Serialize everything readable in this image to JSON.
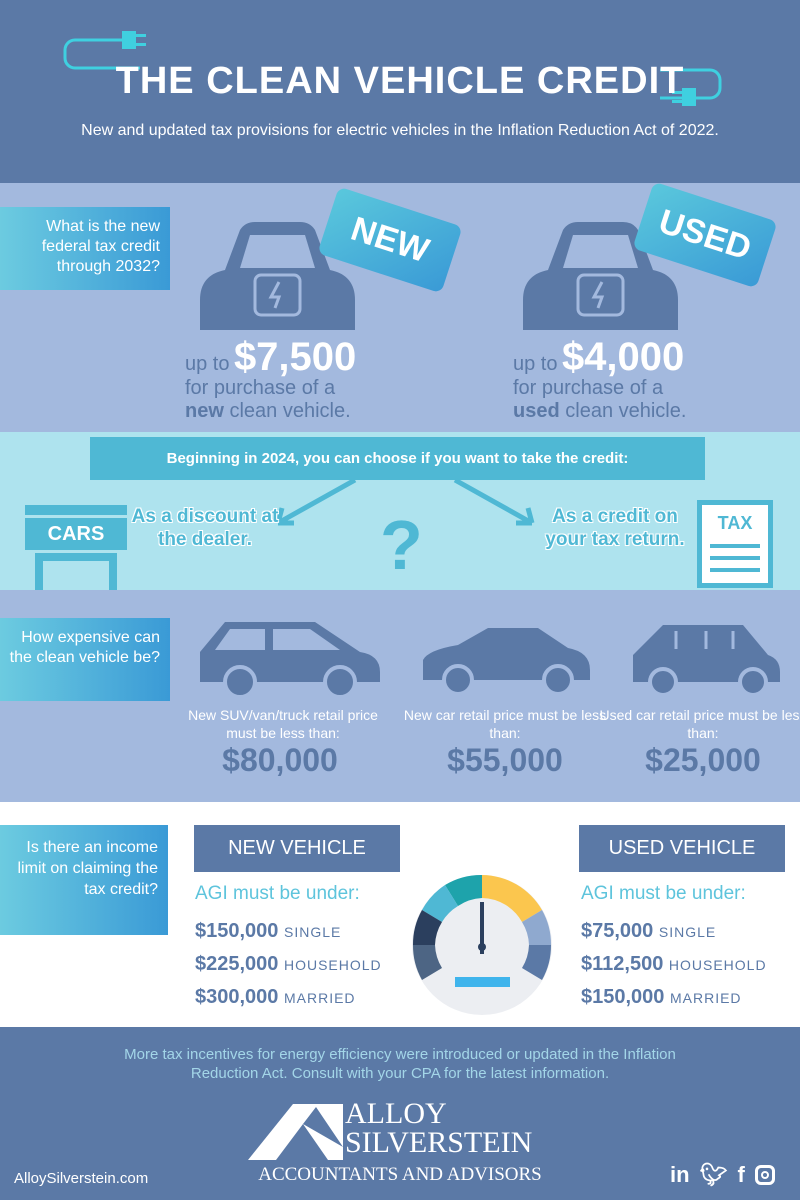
{
  "header": {
    "title": "THE CLEAN VEHICLE CREDIT",
    "subtitle": "New and updated tax provisions for electric vehicles in the Inflation Reduction Act of 2022."
  },
  "credit": {
    "question": "What is the new federal tax credit through 2032?",
    "new": {
      "tag": "NEW",
      "prefix": "up to",
      "amount": "$7,500",
      "line1": "for purchase of a",
      "bold": "new",
      "line2": "clean vehicle."
    },
    "used": {
      "tag": "USED",
      "prefix": "up to",
      "amount": "$4,000",
      "line1": "for purchase of a",
      "bold": "used",
      "line2": "clean vehicle."
    }
  },
  "choice": {
    "banner": "Beginning in 2024, you can choose if you want to take the credit:",
    "store_sign": "CARS",
    "option1": "As a discount at the dealer.",
    "question_mark": "?",
    "option2": "As a credit on your tax return.",
    "tax_form": "TAX"
  },
  "price": {
    "question": "How expensive can the clean vehicle be?",
    "items": [
      {
        "label": "New SUV/van/truck retail price must be less than:",
        "value": "$80,000"
      },
      {
        "label": "New car retail price must be less than:",
        "value": "$55,000"
      },
      {
        "label": "Used car retail price must be less than:",
        "value": "$25,000"
      }
    ]
  },
  "income": {
    "question": "Is there an income limit on claiming the tax credit?",
    "new": {
      "heading": "NEW VEHICLE",
      "agi": "AGI must be under:",
      "rows": [
        {
          "amount": "$150,000",
          "type": "SINGLE"
        },
        {
          "amount": "$225,000",
          "type": "HOUSEHOLD"
        },
        {
          "amount": "$300,000",
          "type": "MARRIED"
        }
      ]
    },
    "used": {
      "heading": "USED VEHICLE",
      "agi": "AGI must be under:",
      "rows": [
        {
          "amount": "$75,000",
          "type": "SINGLE"
        },
        {
          "amount": "$112,500",
          "type": "HOUSEHOLD"
        },
        {
          "amount": "$150,000",
          "type": "MARRIED"
        }
      ]
    }
  },
  "footer": {
    "note": "More tax incentives for energy efficiency were introduced or updated in the Inflation Reduction Act. Consult with your CPA for the latest information.",
    "logo_line1": "ALLOY",
    "logo_line2": "SILVERSTEIN",
    "logo_line3": "ACCOUNTANTS AND ADVISORS",
    "website": "AlloySilverstein.com",
    "social": [
      "linkedin-icon",
      "twitter-icon",
      "facebook-icon",
      "instagram-icon"
    ]
  },
  "colors": {
    "navy": "#5b79a6",
    "light_blue": "#a3b9de",
    "cyan": "#4fb8d4",
    "yellow": "#fbc64e"
  }
}
